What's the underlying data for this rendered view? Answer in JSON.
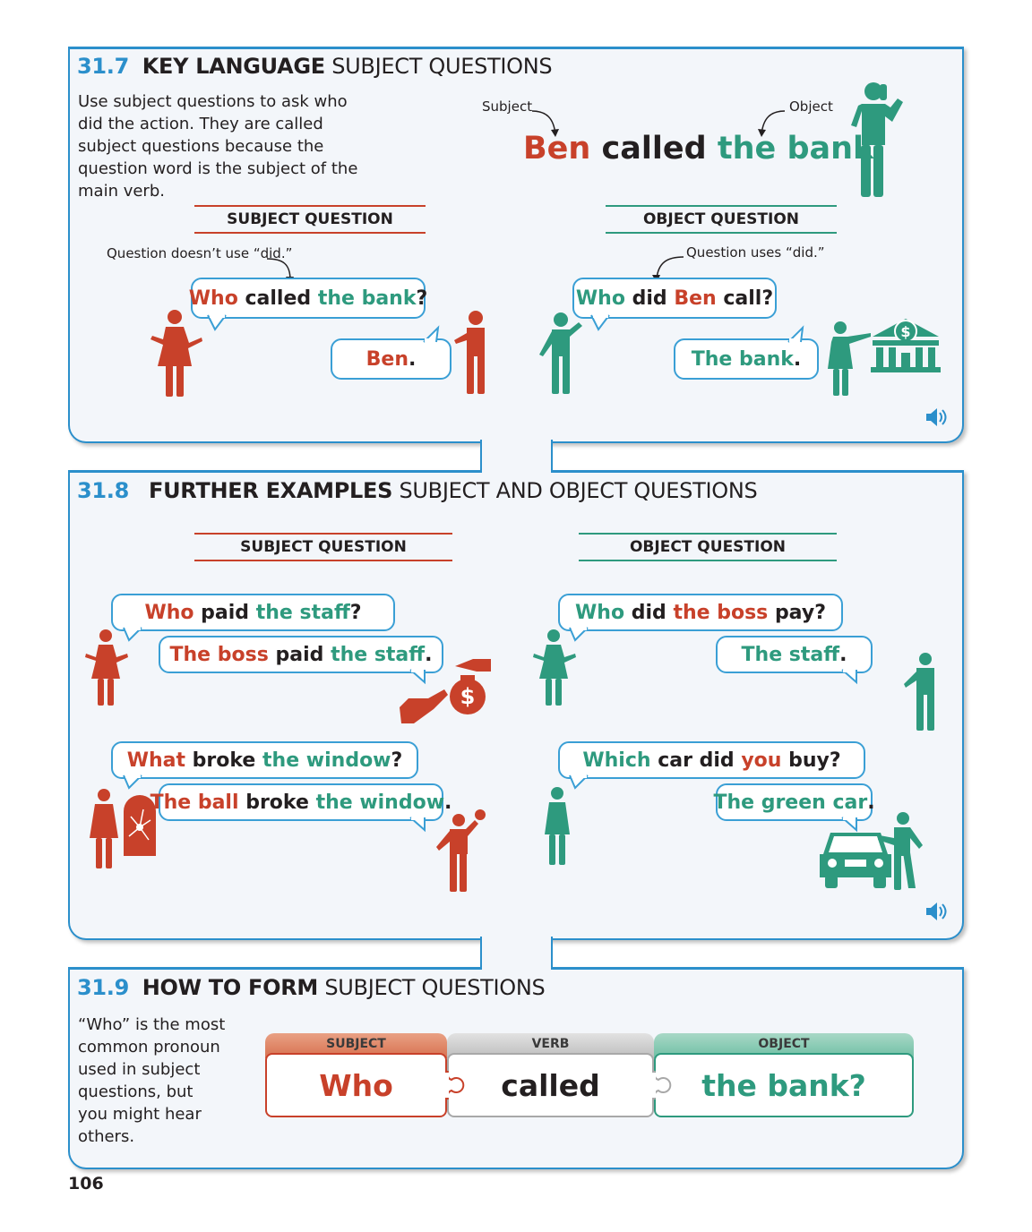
{
  "s317": {
    "num": "31.7",
    "bold": "KEY LANGUAGE",
    "light": "SUBJECT QUESTIONS",
    "intro": "Use subject questions to ask who did the action. They are called subject questions because the question word is the subject of the main verb.",
    "subject_note": "Subject",
    "object_note": "Object",
    "sentence": {
      "subject": "Ben",
      "verb": "called",
      "object": "the bank",
      "end": "."
    },
    "subject_label": "SUBJECT QUESTION",
    "object_label": "OBJECT QUESTION",
    "subject_q_note": "Question doesn’t use “did.”",
    "object_q_note": "Question uses “did.”",
    "subject_q": {
      "wh": "Who",
      "verb": "called",
      "obj": "the bank",
      "end": "?"
    },
    "subject_a": {
      "subj": "Ben",
      "end": "."
    },
    "object_q": {
      "wh": "Who",
      "aux": "did",
      "subj": "Ben",
      "verb": "call?"
    },
    "object_a": {
      "obj": "The bank",
      "end": "."
    }
  },
  "s318": {
    "num": "31.8",
    "bold": "FURTHER EXAMPLES",
    "light": "SUBJECT AND OBJECT QUESTIONS",
    "subject_label": "SUBJECT QUESTION",
    "object_label": "OBJECT QUESTION",
    "ex1_q": {
      "wh": "Who",
      "verb": "paid",
      "obj": "the staff",
      "end": "?"
    },
    "ex1_a": {
      "subj": "The boss",
      "verb": "paid",
      "obj": "the staff",
      "end": "."
    },
    "ex2_q": {
      "wh": "Who",
      "aux": "did",
      "subj": "the boss",
      "verb": "pay?"
    },
    "ex2_a": {
      "obj": "The staff",
      "end": "."
    },
    "ex3_q": {
      "wh": "What",
      "verb": "broke",
      "obj": "the window",
      "end": "?"
    },
    "ex3_a": {
      "subj": "The ball",
      "verb": "broke",
      "obj": "the window",
      "end": "."
    },
    "ex4_q": {
      "wh": "Which",
      "mid": "car did",
      "subj": "you",
      "verb": "buy?"
    },
    "ex4_a": {
      "obj": "The green car",
      "end": "."
    }
  },
  "s319": {
    "num": "31.9",
    "bold": "HOW TO FORM",
    "light": "SUBJECT QUESTIONS",
    "intro": "“Who” is the most common pronoun used in subject questions, but you might hear others.",
    "subject_cap": "SUBJECT",
    "verb_cap": "VERB",
    "object_cap": "OBJECT",
    "subject_word": "Who",
    "verb_word": "called",
    "object_word": "the bank?"
  },
  "page_number": "106",
  "colors": {
    "blue": "#2b8fcb",
    "red": "#c8412a",
    "green": "#2e9a7e"
  },
  "icons": [
    "speaker-icon",
    "person-figure",
    "bank-icon",
    "money-bag-icon",
    "car-icon",
    "broken-window-icon"
  ]
}
